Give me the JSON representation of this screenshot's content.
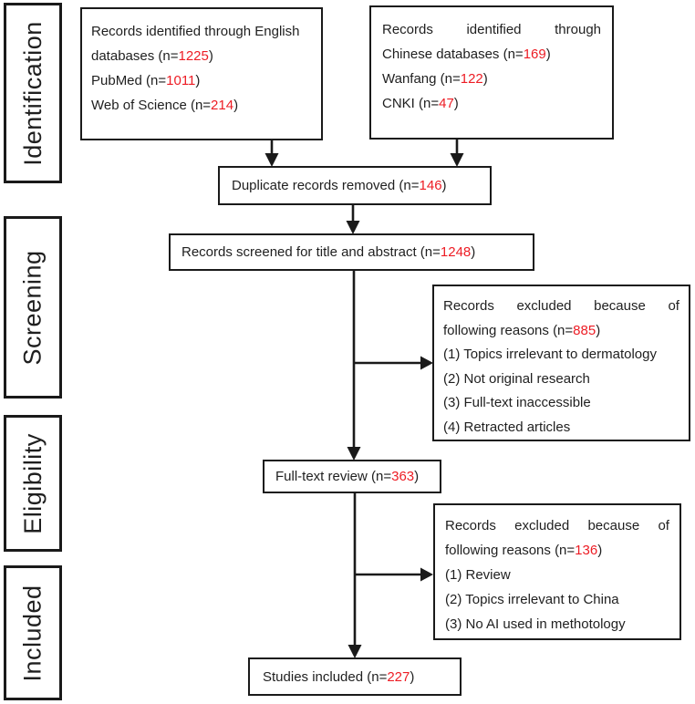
{
  "colors": {
    "number_red": "#ED1C24",
    "text": "#1f1f1f",
    "box_border": "#1a1a1a",
    "background": "#ffffff"
  },
  "sidebar": {
    "stages": [
      {
        "label": "Identification"
      },
      {
        "label": "Screening"
      },
      {
        "label": "Eligibility"
      },
      {
        "label": "Included"
      }
    ]
  },
  "flow": {
    "boxes": [
      {
        "key": "english-databases",
        "lines": [
          {
            "segments": [
              {
                "text": "Records identified through English"
              }
            ]
          },
          {
            "segments": [
              {
                "text": "databases (n="
              },
              {
                "text": "1225",
                "red": true
              },
              {
                "text": ")"
              }
            ]
          },
          {
            "segments": [
              {
                "text": "PubMed (n="
              },
              {
                "text": "1011",
                "red": true
              },
              {
                "text": ")"
              }
            ]
          },
          {
            "segments": [
              {
                "text": "Web of Science (n="
              },
              {
                "text": "214",
                "red": true
              },
              {
                "text": ")"
              }
            ]
          }
        ]
      },
      {
        "key": "chinese-databases",
        "lines": [
          {
            "justify": true,
            "segments": [
              {
                "text": "Records"
              },
              {
                "text": "identified"
              },
              {
                "text": "through"
              }
            ]
          },
          {
            "segments": [
              {
                "text": "Chinese databases (n="
              },
              {
                "text": "169",
                "red": true
              },
              {
                "text": ")"
              }
            ]
          },
          {
            "segments": [
              {
                "text": "Wanfang (n="
              },
              {
                "text": "122",
                "red": true
              },
              {
                "text": ")"
              }
            ]
          },
          {
            "segments": [
              {
                "text": "CNKI (n="
              },
              {
                "text": "47",
                "red": true
              },
              {
                "text": ")"
              }
            ]
          }
        ]
      },
      {
        "key": "duplicates-removed",
        "lines": [
          {
            "segments": [
              {
                "text": "Duplicate records removed (n="
              },
              {
                "text": "146",
                "red": true
              },
              {
                "text": ")"
              }
            ]
          }
        ]
      },
      {
        "key": "title-abstract-screened",
        "lines": [
          {
            "segments": [
              {
                "text": "Records screened for title and abstract (n="
              },
              {
                "text": "1248",
                "red": true
              },
              {
                "text": ")"
              }
            ]
          }
        ]
      },
      {
        "key": "excluded-screening",
        "lines": [
          {
            "justify": true,
            "segments": [
              {
                "text": "Records"
              },
              {
                "text": "excluded"
              },
              {
                "text": "because"
              },
              {
                "text": "of"
              }
            ]
          },
          {
            "segments": [
              {
                "text": "following reasons (n="
              },
              {
                "text": "885",
                "red": true
              },
              {
                "text": ")"
              }
            ]
          },
          {
            "segments": [
              {
                "text": "(1) Topics irrelevant to dermatology"
              }
            ]
          },
          {
            "segments": [
              {
                "text": "(2) Not original research"
              }
            ]
          },
          {
            "segments": [
              {
                "text": "(3) Full-text inaccessible"
              }
            ]
          },
          {
            "segments": [
              {
                "text": "(4) Retracted articles"
              }
            ]
          }
        ]
      },
      {
        "key": "full-text-review",
        "lines": [
          {
            "segments": [
              {
                "text": "Full-text review (n="
              },
              {
                "text": "363",
                "red": true
              },
              {
                "text": ")"
              }
            ]
          }
        ]
      },
      {
        "key": "excluded-fulltext",
        "lines": [
          {
            "justify": true,
            "segments": [
              {
                "text": "Records"
              },
              {
                "text": "excluded"
              },
              {
                "text": "because"
              },
              {
                "text": "of"
              }
            ]
          },
          {
            "segments": [
              {
                "text": "following reasons (n="
              },
              {
                "text": "136",
                "red": true
              },
              {
                "text": ")"
              }
            ]
          },
          {
            "segments": [
              {
                "text": "(1) Review"
              }
            ]
          },
          {
            "segments": [
              {
                "text": "(2) Topics irrelevant to China"
              }
            ]
          },
          {
            "segments": [
              {
                "text": "(3) No AI used in methotology"
              }
            ]
          }
        ]
      },
      {
        "key": "studies-included",
        "lines": [
          {
            "segments": [
              {
                "text": "Studies included (n="
              },
              {
                "text": "227",
                "red": true
              },
              {
                "text": ")"
              }
            ]
          }
        ]
      }
    ]
  }
}
